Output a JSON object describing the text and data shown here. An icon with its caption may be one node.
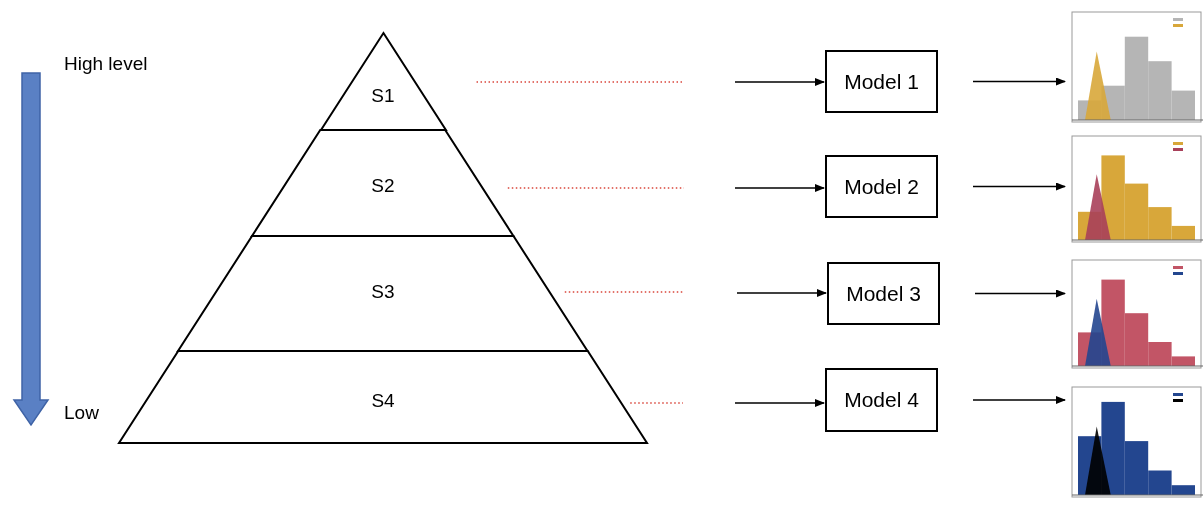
{
  "diagram": {
    "nodes": [
      {
        "text": [
          "S1"
        ]
      },
      {
        "text": [
          "S2"
        ]
      },
      {
        "text": [
          "S3"
        ]
      },
      {
        "text": [
          "S4"
        ]
      },
      {
        "text": [
          "Model 1"
        ]
      },
      {
        "text": [
          "Model 2"
        ]
      },
      {
        "text": [
          "Model 3"
        ]
      },
      {
        "text": [
          "Model 4"
        ]
      },
      {
        "text": [],
        "shape": "picture"
      },
      {
        "text": [],
        "shape": "picture"
      },
      {
        "text": [],
        "shape": "picture"
      },
      {
        "text": [],
        "shape": "picture"
      }
    ],
    "edges": [
      {
        "from": 0,
        "to": null,
        "arrow": "none",
        "style": "dashed",
        "color": "#d9453a"
      },
      {
        "from": 1,
        "to": null,
        "arrow": "none",
        "style": "dashed",
        "color": "#d9453a"
      },
      {
        "from": 2,
        "to": null,
        "arrow": "none",
        "style": "dashed",
        "color": "#d9453a"
      },
      {
        "from": 3,
        "to": null,
        "arrow": "none",
        "style": "dashed",
        "color": "#d9453a"
      },
      {
        "from": null,
        "to": 4,
        "arrow": "to"
      },
      {
        "from": null,
        "to": 5,
        "arrow": "to"
      },
      {
        "from": null,
        "to": 6,
        "arrow": "to"
      },
      {
        "from": null,
        "to": 7,
        "arrow": "to"
      },
      {
        "from": 4,
        "to": 8,
        "arrow": "to"
      },
      {
        "from": 5,
        "to": 9,
        "arrow": "to"
      },
      {
        "from": 6,
        "to": 10,
        "arrow": "to"
      },
      {
        "from": 7,
        "to": 11,
        "arrow": "to"
      }
    ],
    "labels": [
      "High level",
      "Low"
    ]
  }
}
